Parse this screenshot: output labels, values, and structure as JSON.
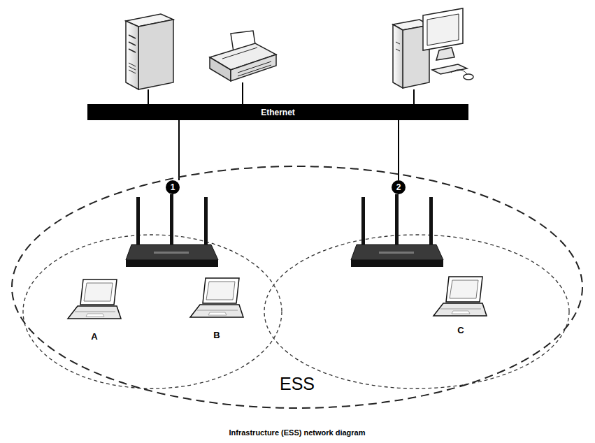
{
  "diagram": {
    "caption": "Infrastructure (ESS) network diagram",
    "nodes": [
      {
        "text": [
          "Ethernet"
        ]
      },
      {
        "text": [
          "ESS"
        ]
      }
    ],
    "labels": [
      "1",
      "2",
      "A",
      "B",
      "C"
    ]
  }
}
